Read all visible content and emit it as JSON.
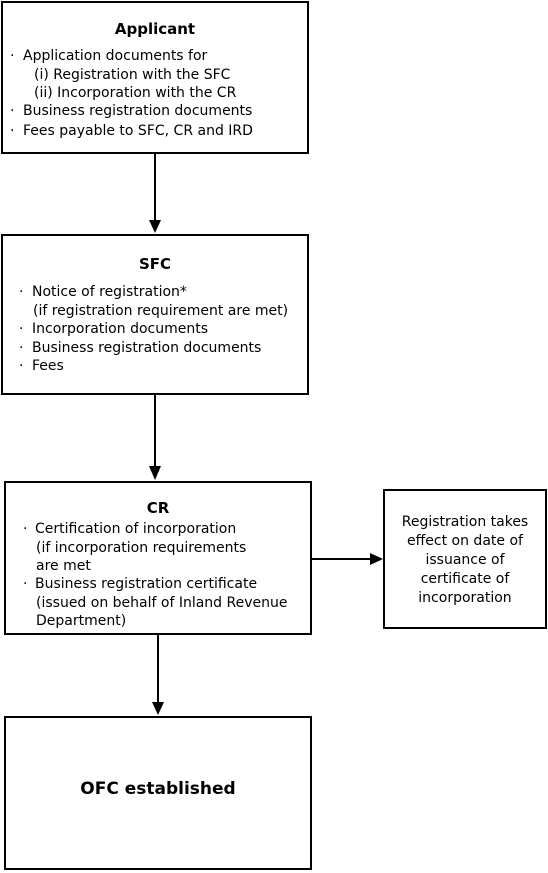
{
  "applicant": {
    "title": "Applicant",
    "lines": [
      "Application documents for",
      "(i)  Registration with the SFC",
      "(ii) Incorporation with the CR",
      "Business registration documents",
      "Fees payable to SFC, CR and IRD"
    ]
  },
  "sfc": {
    "title": "SFC",
    "lines": [
      "Notice of registration*",
      "(if registration requirement are met)",
      "Incorporation documents",
      "Business registration documents",
      "Fees"
    ]
  },
  "cr": {
    "title": "CR",
    "lines": [
      "Certification of incorporation",
      "(if incorporation requirements",
      "are met",
      "Business registration certificate",
      "(issued on behalf of Inland Revenue",
      "Department)"
    ]
  },
  "registration_note": {
    "lines": [
      "Registration takes",
      "effect on date of",
      "issuance of",
      "certificate of",
      "incorporation"
    ]
  },
  "final": {
    "title": "OFC established"
  },
  "bullet_glyph": "·"
}
